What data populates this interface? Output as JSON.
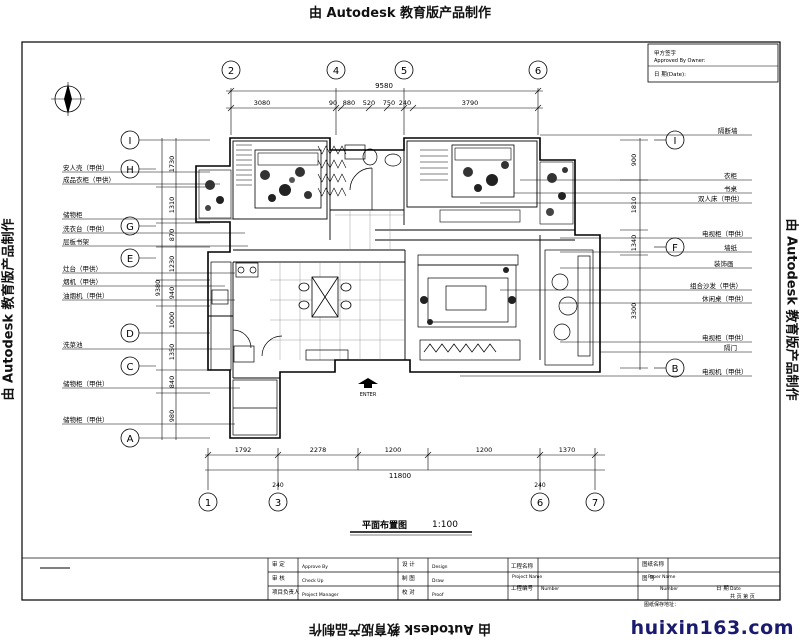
{
  "stamps": {
    "top": "由 Autodesk 教育版产品制作",
    "bottom": "由 Autodesk 教育版产品制作",
    "left": "由 Autodesk 教育版产品制作",
    "right": "由 Autodesk 教育版产品制作"
  },
  "watermark": "huixin163.com",
  "drawing": {
    "title": "平面布置图",
    "scale": "1:100",
    "entry": "ENTER"
  },
  "grid": {
    "top": [
      "2",
      "4",
      "5",
      "6"
    ],
    "bottom": [
      "1",
      "3",
      "6",
      "7"
    ],
    "left": [
      "I",
      "H",
      "G",
      "E",
      "D",
      "C",
      "A"
    ],
    "right": [
      "I",
      "F",
      "B"
    ]
  },
  "dimensions": {
    "top_total": "9580",
    "top_segments": [
      "3080",
      "90",
      "880",
      "520",
      "750",
      "240",
      "3790"
    ],
    "bottom_total": "11800",
    "bottom_segments": [
      "1792",
      "2278",
      "1200",
      "1200",
      "1370"
    ],
    "bottom_small": [
      "240",
      "240"
    ],
    "left_segments": [
      "1730",
      "1310",
      "870",
      "1230",
      "940",
      "1000",
      "1350",
      "840",
      "980"
    ],
    "left_total": "9380",
    "right_segments": [
      "900",
      "1810",
      "1340",
      "3300"
    ]
  },
  "labels": {
    "left": [
      "安人壳（甲供）",
      "成品衣柜（甲供）",
      "储物柜",
      "洗衣台（甲供）",
      "层板书架",
      "灶台（甲供）",
      "烟机（甲供）",
      "油烟机（甲供）",
      "洗菜池",
      "储物柜（甲供）",
      "储物柜（甲供）"
    ],
    "right": [
      "隔断墙",
      "衣柜",
      "书桌",
      "双人床（甲供）",
      "电视柜（甲供）",
      "墙纸",
      "装饰画",
      "组合沙发（甲供）",
      "休闲桌（甲供）",
      "电视柜（甲供）",
      "隔门",
      "电视机（甲供）"
    ]
  },
  "approval": {
    "line1": "甲方签字",
    "line2": "Approved By Owner:",
    "date": "日 期(Date):"
  },
  "title_block": {
    "col1": [
      "审 定",
      "审 核",
      "项目负责人"
    ],
    "col1_en": [
      "Approve By",
      "Check Up",
      "Project Manager"
    ],
    "col2": [
      "设 计",
      "制 图",
      "校 对"
    ],
    "col2_en": [
      "Design",
      "Draw",
      "Proof"
    ],
    "col3": [
      "工程名称",
      "工程编号"
    ],
    "col3_en": [
      "Project Name",
      "Number"
    ],
    "col4": [
      "图纸名称",
      "图 号",
      "日 期"
    ],
    "col4_en": [
      "Paper Name",
      "Number",
      "Date"
    ],
    "page": "共 页 第 页",
    "footer": "图纸保存地址："
  }
}
